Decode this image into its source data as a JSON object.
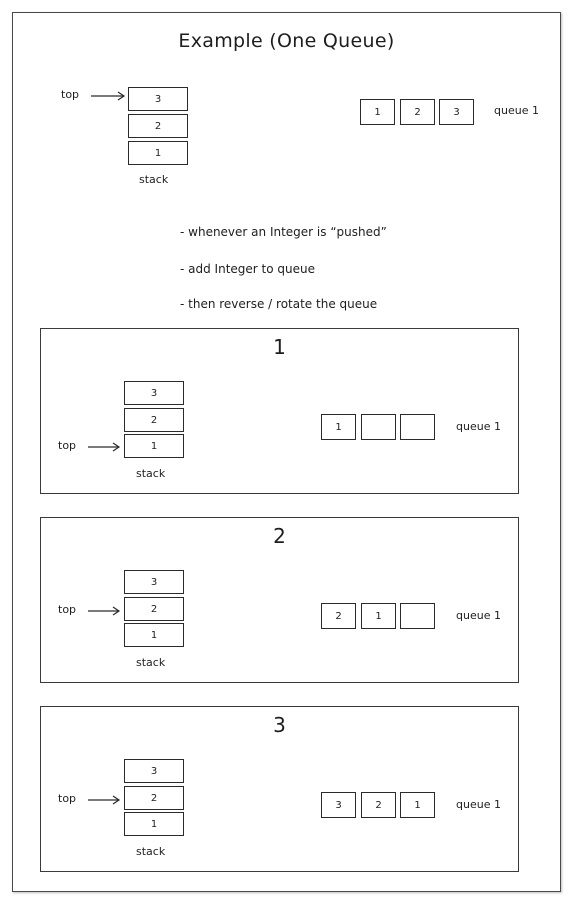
{
  "title": "Example (One Queue)",
  "top_example": {
    "top_label": "top",
    "stack": [
      "3",
      "2",
      "1"
    ],
    "stack_label": "stack",
    "queue": [
      "1",
      "2",
      "3"
    ],
    "queue_label": "queue 1"
  },
  "notes": [
    "- whenever an Integer is  “pushed”",
    "- add Integer to queue",
    "- then reverse / rotate the queue"
  ],
  "panels": [
    {
      "number": "1",
      "top_label": "top",
      "stack": [
        "3",
        "2",
        "1"
      ],
      "stack_label": "stack",
      "top_index": 2,
      "queue": [
        "1",
        "",
        ""
      ],
      "queue_label": "queue 1"
    },
    {
      "number": "2",
      "top_label": "top",
      "stack": [
        "3",
        "2",
        "1"
      ],
      "stack_label": "stack",
      "top_index": 1,
      "queue": [
        "2",
        "1",
        ""
      ],
      "queue_label": "queue 1"
    },
    {
      "number": "3",
      "top_label": "top",
      "stack": [
        "3",
        "2",
        "1"
      ],
      "stack_label": "stack",
      "top_index": 1,
      "queue": [
        "3",
        "2",
        "1"
      ],
      "queue_label": "queue 1"
    }
  ]
}
